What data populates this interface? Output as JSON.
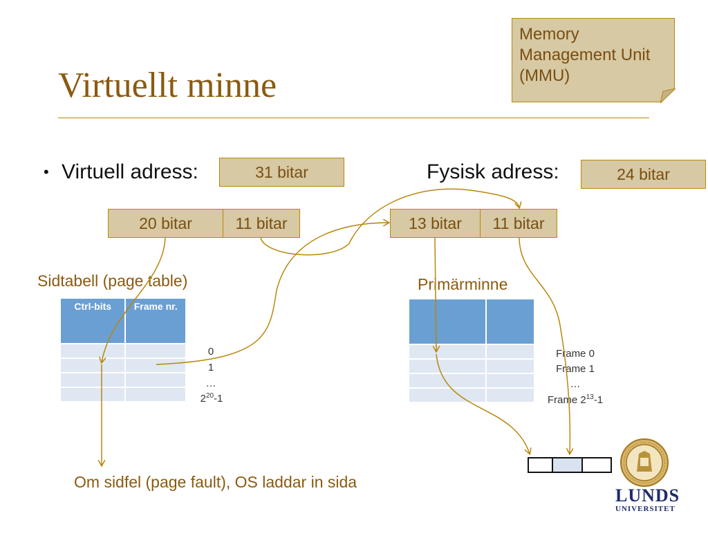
{
  "title": "Virtuellt minne",
  "note": {
    "lines": [
      "Memory",
      "Management Unit",
      "(MMU)"
    ]
  },
  "virtual": {
    "label": "Virtuell adress:",
    "bits_total": "31 bitar",
    "page_bits": "20 bitar",
    "offset_bits": "11 bitar"
  },
  "physical": {
    "label": "Fysisk adress:",
    "bits_total": "24 bitar",
    "frame_bits": "13 bitar",
    "offset_bits": "11 bitar"
  },
  "page_table": {
    "title": "Sidtabell (page table)",
    "headers": [
      "Ctrl-bits",
      "Frame nr."
    ],
    "index_labels": [
      "0",
      "1",
      "…"
    ],
    "last_index_base": "2",
    "last_index_exp": "20",
    "last_index_suffix": "-1"
  },
  "memory": {
    "title": "Primärminne",
    "frame_labels": [
      "Frame 0",
      "Frame 1",
      "…"
    ],
    "last_frame_prefix": "Frame 2",
    "last_frame_exp": "13",
    "last_frame_suffix": "-1"
  },
  "footer": "Om sidfel (page fault), OS laddar in sida",
  "brand": {
    "name": "LUNDS",
    "sub": "UNIVERSITET"
  },
  "colors": {
    "accent": "#b8860b",
    "title": "#8b5a10",
    "table_header": "#6a9fd4",
    "table_row": "#dfe7f2",
    "brand": "#1f2b6b"
  }
}
